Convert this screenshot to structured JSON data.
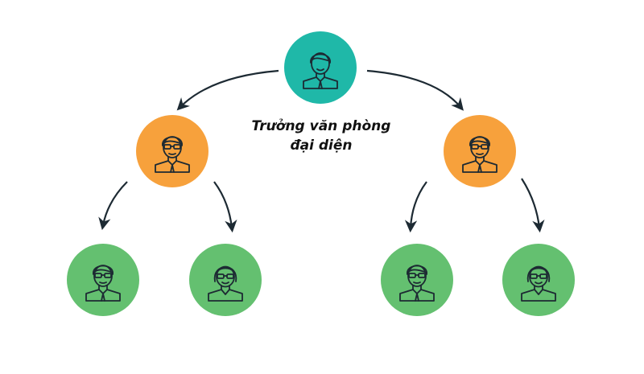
{
  "caption": {
    "line1": "Trưởng văn phòng",
    "line2": "đại diện"
  },
  "colors": {
    "top": "#1fb8a8",
    "middle": "#f7a13c",
    "bottom": "#64c070",
    "line": "#1d2a33"
  },
  "nodes": [
    {
      "id": "head",
      "level": "top",
      "icon": "man-icon"
    },
    {
      "id": "manager-left",
      "level": "middle",
      "icon": "man-glasses-icon"
    },
    {
      "id": "manager-right",
      "level": "middle",
      "icon": "man-glasses-icon"
    },
    {
      "id": "staff-1",
      "level": "bottom",
      "icon": "man-glasses-icon"
    },
    {
      "id": "staff-2",
      "level": "bottom",
      "icon": "woman-glasses-icon"
    },
    {
      "id": "staff-3",
      "level": "bottom",
      "icon": "man-glasses-icon"
    },
    {
      "id": "staff-4",
      "level": "bottom",
      "icon": "woman-glasses-icon"
    }
  ]
}
